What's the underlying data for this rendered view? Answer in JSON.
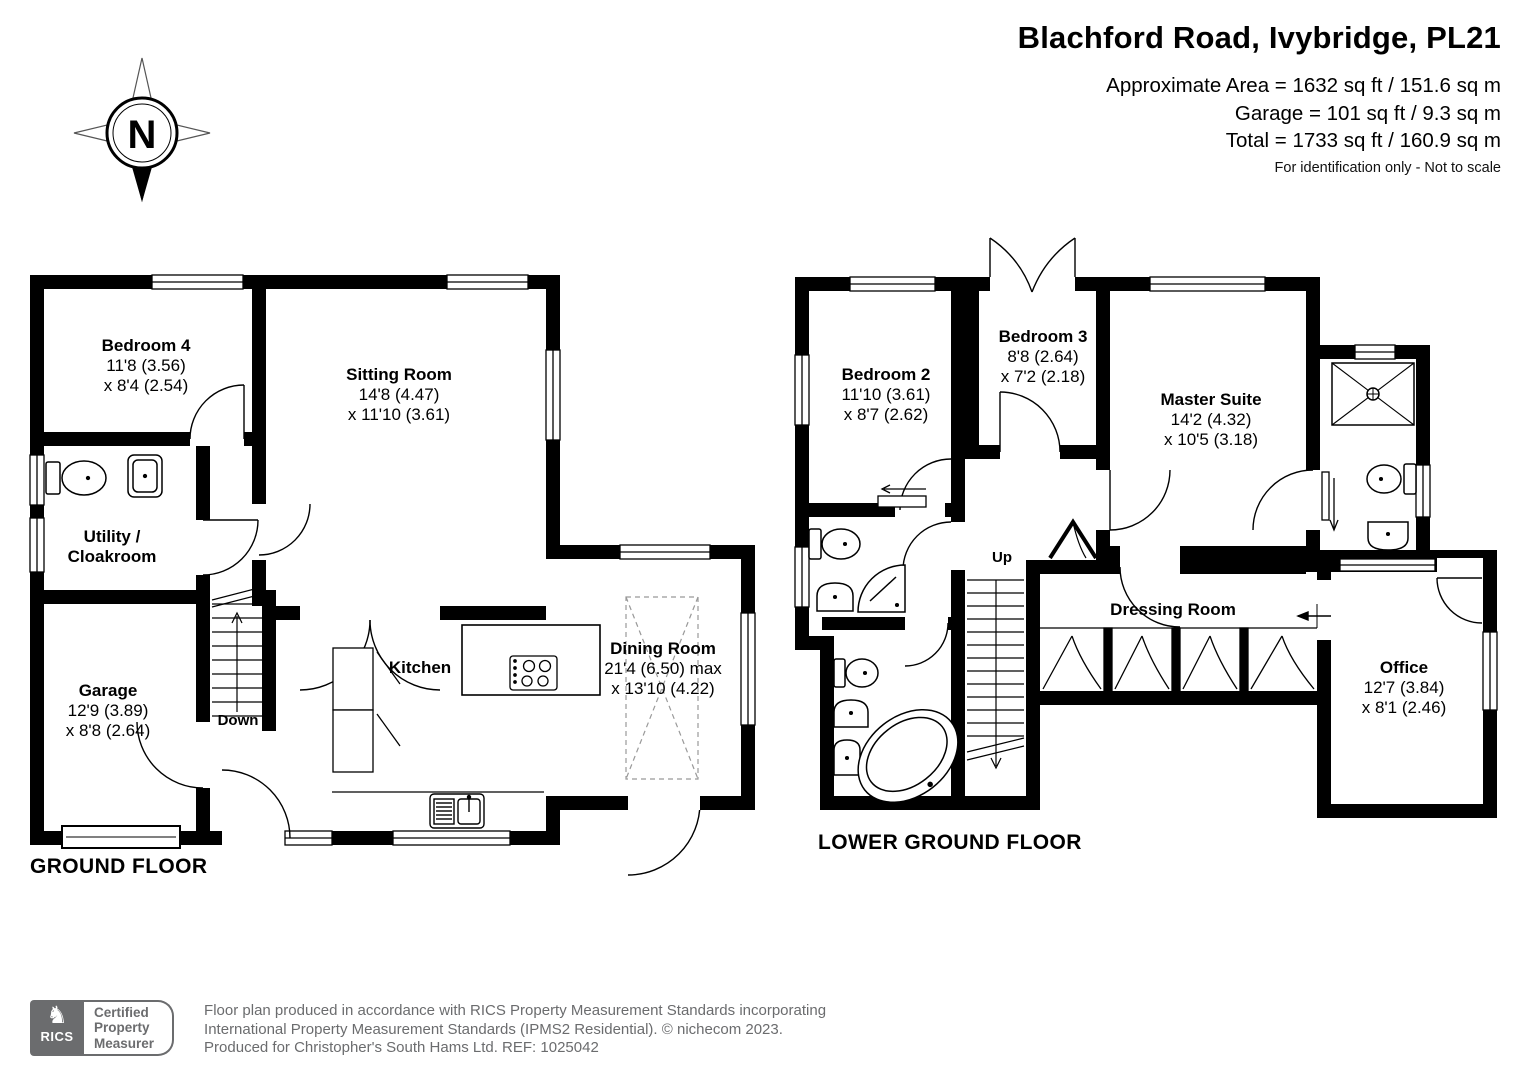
{
  "header": {
    "title": "Blachford Road, Ivybridge, PL21",
    "area_line1": "Approximate Area = 1632 sq ft / 151.6 sq m",
    "area_line2": "Garage = 101 sq ft / 9.3 sq m",
    "area_line3": "Total = 1733 sq ft / 160.9 sq m",
    "note": "For identification only - Not to scale"
  },
  "compass": {
    "label": "N"
  },
  "floors": {
    "ground": {
      "title": "GROUND FLOOR",
      "stairs_label": "Down",
      "rooms": {
        "bedroom4": {
          "name": "Bedroom 4",
          "d1": "11'8 (3.56)",
          "d2": "x 8'4 (2.54)"
        },
        "sitting": {
          "name": "Sitting Room",
          "d1": "14'8 (4.47)",
          "d2": "x 11'10 (3.61)"
        },
        "utility": {
          "name1": "Utility /",
          "name2": "Cloakroom"
        },
        "garage": {
          "name": "Garage",
          "d1": "12'9 (3.89)",
          "d2": "x 8'8 (2.64)"
        },
        "kitchen": {
          "name": "Kitchen"
        },
        "dining": {
          "name": "Dining Room",
          "d1": "21'4 (6.50) max",
          "d2": "x 13'10 (4.22)"
        }
      }
    },
    "lower": {
      "title": "LOWER GROUND FLOOR",
      "stairs_label": "Up",
      "rooms": {
        "bedroom2": {
          "name": "Bedroom 2",
          "d1": "11'10 (3.61)",
          "d2": "x 8'7 (2.62)"
        },
        "bedroom3": {
          "name": "Bedroom 3",
          "d1": "8'8 (2.64)",
          "d2": "x 7'2 (2.18)"
        },
        "master": {
          "name": "Master Suite",
          "d1": "14'2 (4.32)",
          "d2": "x 10'5 (3.18)"
        },
        "dressing": {
          "name": "Dressing Room"
        },
        "office": {
          "name": "Office",
          "d1": "12'7 (3.84)",
          "d2": "x 8'1 (2.46)"
        }
      }
    }
  },
  "footer": {
    "logo_text": "RICS",
    "badge_line1": "Certified",
    "badge_line2": "Property",
    "badge_line3": "Measurer",
    "line1": "Floor plan produced in accordance with RICS Property Measurement Standards incorporating",
    "line2": "International Property Measurement Standards (IPMS2 Residential).   © nichecom 2023.",
    "line3": "Produced for Christopher's South Hams Ltd.   REF:  1025042"
  },
  "colors": {
    "wall": "#000000",
    "footer_gray": "#6b6c6e"
  }
}
